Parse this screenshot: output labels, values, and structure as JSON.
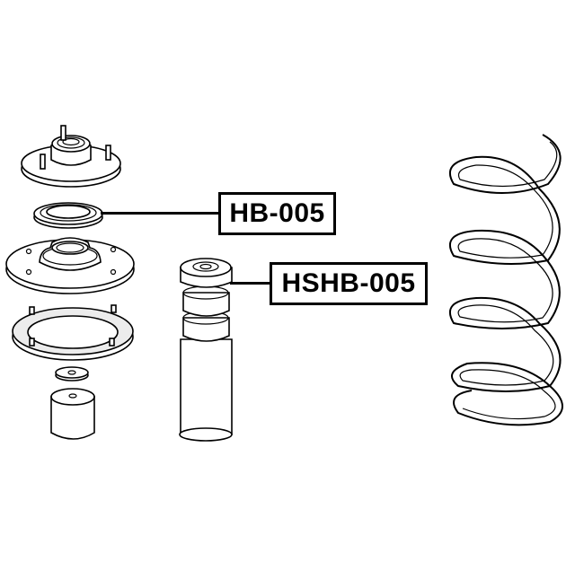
{
  "diagram": {
    "title": "",
    "description": "Front strut mount assembly exploded view",
    "colors": {
      "line": "#000000",
      "background": "#ffffff"
    },
    "parts": [
      {
        "id": "strut-mount",
        "label": ""
      },
      {
        "id": "strut-bearing",
        "label": ""
      },
      {
        "id": "spring-seat",
        "label": ""
      },
      {
        "id": "spring-insulator",
        "label": ""
      },
      {
        "id": "washer",
        "label": ""
      },
      {
        "id": "bump-stop",
        "label": ""
      },
      {
        "id": "dust-boot-with-bumper",
        "label": ""
      },
      {
        "id": "coil-spring",
        "label": ""
      }
    ],
    "callouts": [
      {
        "id": "hb",
        "text": "HB-005",
        "points_to": "strut-bearing"
      },
      {
        "id": "hshb",
        "text": "HSHB-005",
        "points_to": "dust-boot-with-bumper"
      }
    ]
  }
}
